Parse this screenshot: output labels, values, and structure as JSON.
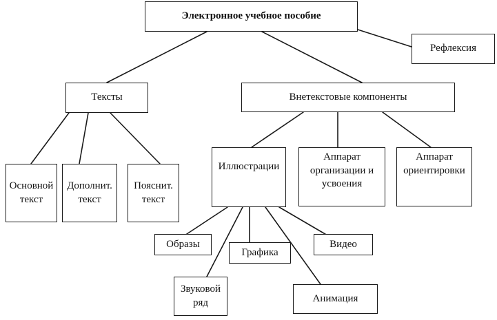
{
  "diagram": {
    "nodes": {
      "root": {
        "lines": [
          "Электронное учебное пособие"
        ]
      },
      "reflection": {
        "lines": [
          "Рефлексия"
        ]
      },
      "texts": {
        "lines": [
          "Тексты"
        ]
      },
      "nontext": {
        "lines": [
          "Внетекстовые компоненты"
        ]
      },
      "main_text": {
        "lines": [
          "Основной",
          "текст"
        ]
      },
      "extra_text": {
        "lines": [
          "Дополнит.",
          "текст"
        ]
      },
      "explain_text": {
        "lines": [
          "Пояснит.",
          "текст"
        ]
      },
      "illustrations": {
        "lines": [
          "Иллюстрации"
        ]
      },
      "organization": {
        "lines": [
          "Аппарат",
          "организации и",
          "усвоения"
        ]
      },
      "orientation": {
        "lines": [
          "Аппарат",
          "ориентировки"
        ]
      },
      "images": {
        "lines": [
          "Образы"
        ]
      },
      "graphics": {
        "lines": [
          "Графика"
        ]
      },
      "video": {
        "lines": [
          "Видео"
        ]
      },
      "sound": {
        "lines": [
          "Звуковой",
          "ряд"
        ]
      },
      "animation": {
        "lines": [
          "Анимация"
        ]
      }
    },
    "edges": [
      [
        "root",
        "reflection"
      ],
      [
        "root",
        "texts"
      ],
      [
        "root",
        "nontext"
      ],
      [
        "texts",
        "main_text"
      ],
      [
        "texts",
        "extra_text"
      ],
      [
        "texts",
        "explain_text"
      ],
      [
        "nontext",
        "illustrations"
      ],
      [
        "nontext",
        "organization"
      ],
      [
        "nontext",
        "orientation"
      ],
      [
        "illustrations",
        "images"
      ],
      [
        "illustrations",
        "sound"
      ],
      [
        "illustrations",
        "graphics"
      ],
      [
        "illustrations",
        "animation"
      ],
      [
        "illustrations",
        "video"
      ]
    ]
  }
}
